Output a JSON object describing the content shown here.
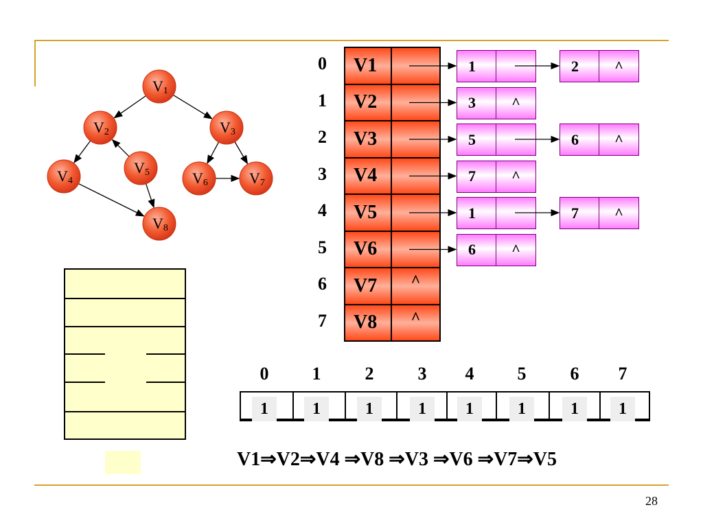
{
  "page_number": "28",
  "graph": {
    "nodes": [
      {
        "id": "v1",
        "letter": "V",
        "sub": "1"
      },
      {
        "id": "v2",
        "letter": "V",
        "sub": "2"
      },
      {
        "id": "v3",
        "letter": "V",
        "sub": "3"
      },
      {
        "id": "v4",
        "letter": "V",
        "sub": "4"
      },
      {
        "id": "v5",
        "letter": "V",
        "sub": "5"
      },
      {
        "id": "v6",
        "letter": "V",
        "sub": "6"
      },
      {
        "id": "v7",
        "letter": "V",
        "sub": "7"
      },
      {
        "id": "v8",
        "letter": "V",
        "sub": "8"
      }
    ],
    "edges": [
      [
        "v1",
        "v2"
      ],
      [
        "v1",
        "v3"
      ],
      [
        "v2",
        "v4"
      ],
      [
        "v5",
        "v2"
      ],
      [
        "v3",
        "v6"
      ],
      [
        "v3",
        "v7"
      ],
      [
        "v6",
        "v7"
      ],
      [
        "v4",
        "v8"
      ],
      [
        "v5",
        "v8"
      ]
    ]
  },
  "adjacency": {
    "indices": [
      "0",
      "1",
      "2",
      "3",
      "4",
      "5",
      "6",
      "7"
    ],
    "vertices": [
      {
        "name": "V1",
        "ptr": ""
      },
      {
        "name": "V2",
        "ptr": ""
      },
      {
        "name": "V3",
        "ptr": ""
      },
      {
        "name": "V4",
        "ptr": ""
      },
      {
        "name": "V5",
        "ptr": ""
      },
      {
        "name": "V6",
        "ptr": ""
      },
      {
        "name": "V7",
        "ptr": "^"
      },
      {
        "name": "V8",
        "ptr": "^"
      }
    ],
    "lists": [
      [
        {
          "val": "1",
          "next": ""
        },
        {
          "val": "2",
          "next": "^"
        }
      ],
      [
        {
          "val": "3",
          "next": "^"
        }
      ],
      [
        {
          "val": "5",
          "next": ""
        },
        {
          "val": "6",
          "next": "^"
        }
      ],
      [
        {
          "val": "7",
          "next": "^"
        }
      ],
      [
        {
          "val": "1",
          "next": ""
        },
        {
          "val": "7",
          "next": "^"
        }
      ],
      [
        {
          "val": "6",
          "next": "^"
        }
      ]
    ]
  },
  "visited": {
    "indices": [
      "0",
      "1",
      "2",
      "3",
      "4",
      "5",
      "6",
      "7"
    ],
    "values": [
      "1",
      "1",
      "1",
      "1",
      "1",
      "1",
      "1",
      "1"
    ]
  },
  "traversal": "V1⇒V2⇒V4 ⇒V8 ⇒V3 ⇒V6 ⇒V7⇒V5"
}
